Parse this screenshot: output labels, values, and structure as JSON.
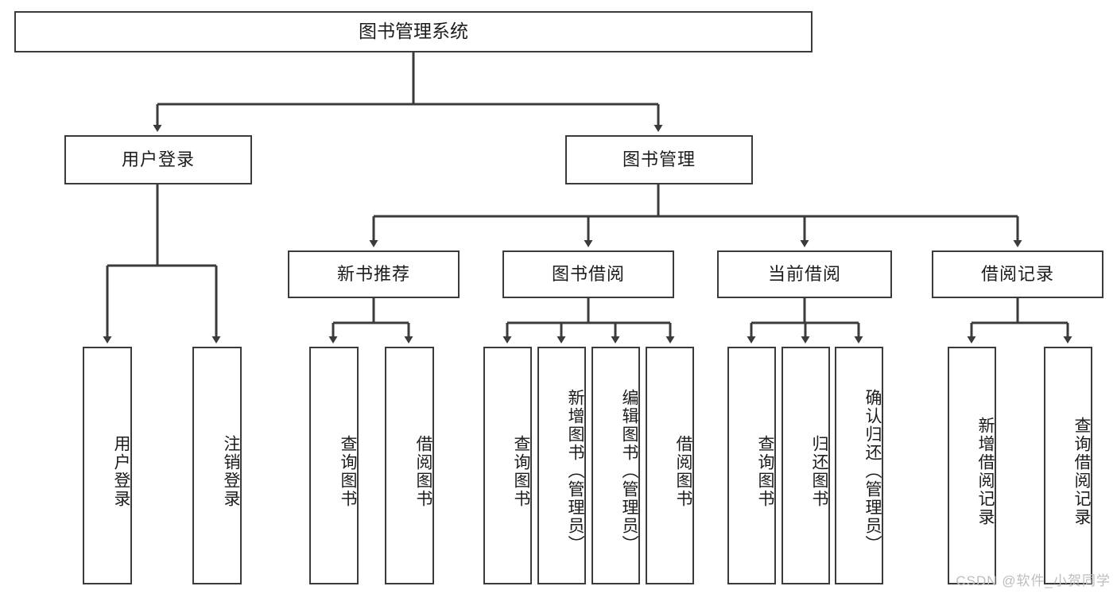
{
  "diagram": {
    "title": "图书管理系统",
    "type": "tree-hierarchy-chart",
    "orientation": "top-down",
    "colors": {
      "box_border": "#3b3b3b",
      "box_fill": "#ffffff",
      "connector": "#3b3b3b",
      "text": "#1c1c1c",
      "watermark": "#bdbdbd",
      "background": "#ffffff"
    }
  },
  "root": {
    "label": "图书管理系统"
  },
  "level2": [
    {
      "id": "user-login",
      "label": "用户登录"
    },
    {
      "id": "book-management",
      "label": "图书管理"
    }
  ],
  "level3": [
    {
      "id": "new-book-recommend",
      "label": "新书推荐"
    },
    {
      "id": "book-borrow",
      "label": "图书借阅"
    },
    {
      "id": "current-borrow",
      "label": "当前借阅"
    },
    {
      "id": "borrow-record",
      "label": "借阅记录"
    }
  ],
  "leaves": {
    "user_login": [
      {
        "id": "leaf-user-login",
        "label": "用户登录"
      },
      {
        "id": "leaf-logout",
        "label": "注销登录"
      }
    ],
    "new_book_recommend": [
      {
        "id": "leaf-query-book-1",
        "label": "查询图书"
      },
      {
        "id": "leaf-borrow-book-1",
        "label": "借阅图书"
      }
    ],
    "book_borrow": [
      {
        "id": "leaf-query-book-2",
        "label": "查询图书"
      },
      {
        "id": "leaf-add-book",
        "label": "新增图书（管理员）"
      },
      {
        "id": "leaf-edit-book",
        "label": "编辑图书（管理员）"
      },
      {
        "id": "leaf-borrow-book-2",
        "label": "借阅图书"
      }
    ],
    "current_borrow": [
      {
        "id": "leaf-query-book-3",
        "label": "查询图书"
      },
      {
        "id": "leaf-return-book",
        "label": "归还图书"
      },
      {
        "id": "leaf-confirm-return",
        "label": "确认归还（管理员）"
      }
    ],
    "borrow_record": [
      {
        "id": "leaf-add-record",
        "label": "新增借阅记录"
      },
      {
        "id": "leaf-query-record",
        "label": "查询借阅记录"
      }
    ]
  },
  "watermark": {
    "text": "CSDN @软件_小贺同学"
  }
}
